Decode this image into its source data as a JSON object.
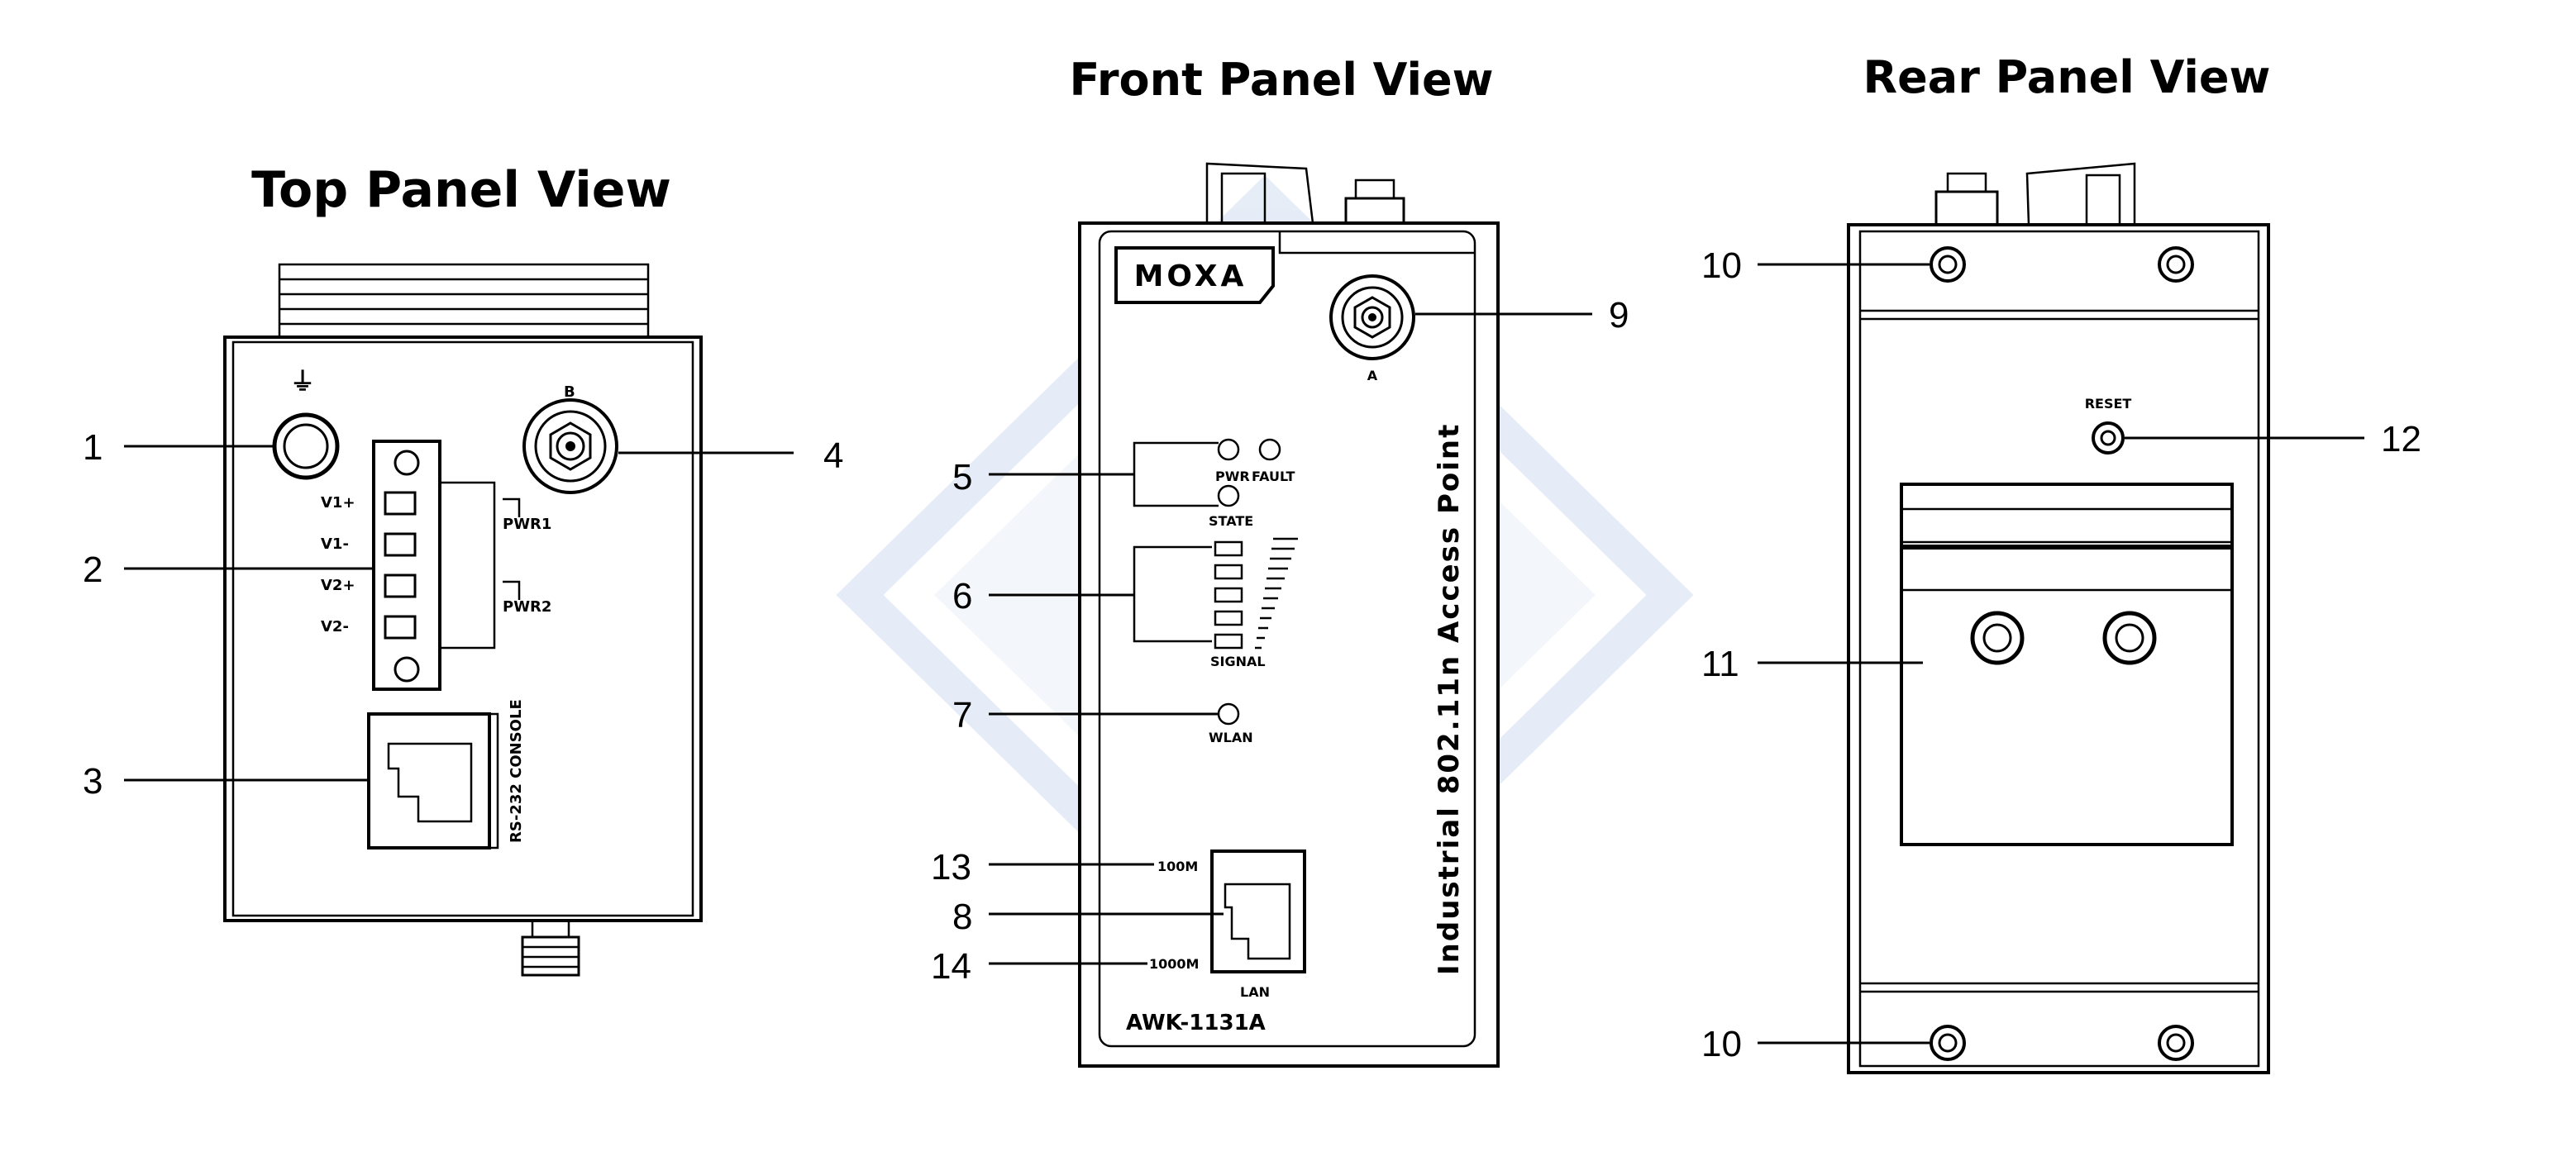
{
  "titles": {
    "top": "Top Panel View",
    "front": "Front Panel View",
    "rear": "Rear Panel View"
  },
  "callouts": [
    "1",
    "2",
    "3",
    "4",
    "5",
    "6",
    "7",
    "8",
    "9",
    "10",
    "11",
    "12",
    "13",
    "14",
    "10"
  ],
  "top_panel": {
    "ground_symbol": "⏚",
    "antenna_label": "B",
    "terminal_labels": [
      "V1+",
      "V1-",
      "V2+",
      "V2-"
    ],
    "pwr_labels": [
      "PWR1",
      "PWR2"
    ],
    "console_label": "RS-232 CONSOLE"
  },
  "front_panel": {
    "brand": "MOXA",
    "antenna_label": "A",
    "led_labels": [
      "PWR",
      "FAULT",
      "STATE"
    ],
    "signal_label": "SIGNAL",
    "wlan_label": "WLAN",
    "port_speed_labels": [
      "100M",
      "1000M"
    ],
    "lan_label": "LAN",
    "model": "AWK-1131A",
    "product_name": "Industrial 802.11n Access Point"
  },
  "rear_panel": {
    "reset_label": "RESET"
  },
  "colors": {
    "line": "#000000",
    "watermark": "#c9d6ee"
  }
}
